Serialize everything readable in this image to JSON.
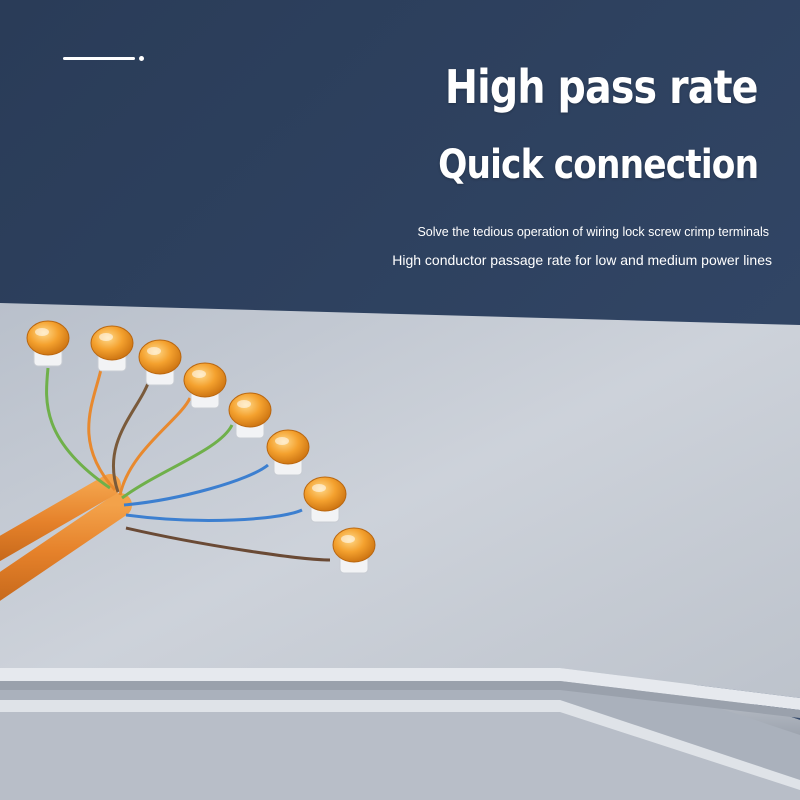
{
  "headline": "High pass rate",
  "subheadline": "Quick connection",
  "captions": [
    "Solve the tedious operation of wiring lock screw crimp terminals",
    "High conductor passage rate for low and medium power lines"
  ],
  "colors": {
    "background": "#2c3f5d",
    "board": "#c9ced6",
    "cable": "#e8892e",
    "connector": "#f09a2a",
    "text": "#ffffff"
  },
  "wire_colors": [
    "#6fb04a",
    "#e8892e",
    "#7a5a3a",
    "#e8892e",
    "#6fb04a",
    "#3c7fd0",
    "#3c7fd0",
    "#6a4a35"
  ]
}
